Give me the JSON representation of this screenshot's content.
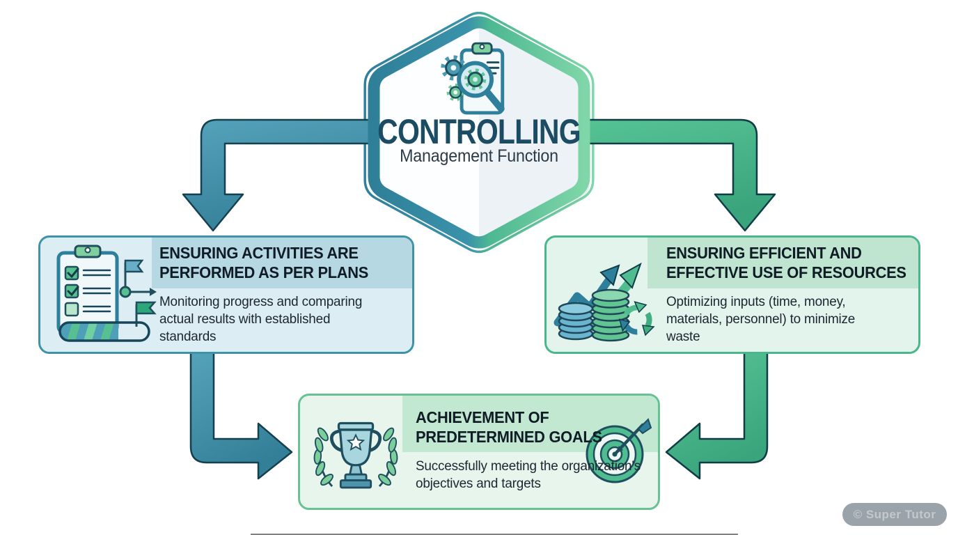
{
  "hexagon": {
    "title": "CONTROLLING",
    "subtitle": "Management Function",
    "icon": "clipboard-magnifier-gears-icon"
  },
  "boxes": {
    "left": {
      "title1": "ENSURING ACTIVITIES ARE",
      "title2": "PERFORMED AS PER PLANS",
      "body": "Monitoring progress and comparing actual results with established standards",
      "icon": "checklist-milestones-progress-icon"
    },
    "right": {
      "title1": "ENSURING EFFICIENT AND",
      "title2": "EFFECTIVE USE OF RESOURCES",
      "body": "Optimizing inputs (time, money, materials, personnel) to minimize waste",
      "icon": "coins-growth-recycle-icon"
    },
    "bottom": {
      "title1": "ACHIEVEMENT OF",
      "title2": "PREDETERMINED GOALS",
      "body": "Successfully meeting the organization's objectives and targets",
      "icon_left": "trophy-laurel-icon",
      "icon_right": "target-dart-icon"
    }
  },
  "watermark": {
    "text": "© Super Tutor"
  },
  "colors": {
    "teal_arrow": "#4193ab",
    "teal_dark": "#15404f",
    "green_arrow": "#4fbd8f",
    "green_dark": "#0f3c47",
    "hex_border_left": "#2f7f99",
    "hex_border_right": "#7fd6a8",
    "left_box_bg": "#dceef3",
    "left_box_band": "#b6d8e2",
    "right_box_bg": "#e3f4ec",
    "right_box_band": "#bfe5d0",
    "bottom_box_bg": "#e7f5ed",
    "bottom_box_band": "#c3e8d2",
    "title_text": "#0f1c26",
    "hex_title_text": "#1c4c63"
  }
}
